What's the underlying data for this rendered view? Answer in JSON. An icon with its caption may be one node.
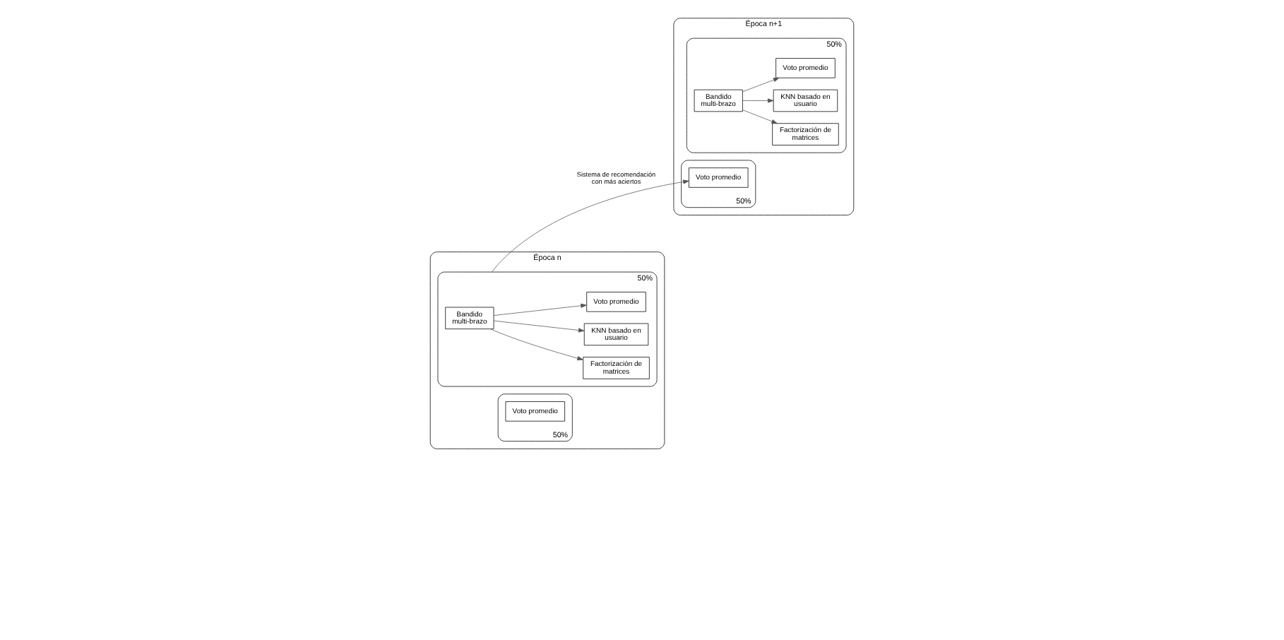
{
  "diagram": {
    "nodes": [
      {
        "text": [
          "Época n"
        ]
      },
      {
        "text": [],
        "shape": "box",
        "in": 0,
        "beside": [
          "50%"
        ]
      },
      {
        "text": [
          "Bandido multi-brazo"
        ],
        "in": 1
      },
      {
        "text": [
          "Voto promedio"
        ],
        "in": 1
      },
      {
        "text": [
          "KNN basado en usuario"
        ],
        "in": 1
      },
      {
        "text": [
          "Factorización de matrices"
        ],
        "in": 1
      },
      {
        "text": [],
        "shape": "box",
        "in": 0,
        "beside": [
          "50%"
        ]
      },
      {
        "text": [
          "Voto promedio"
        ],
        "in": 6
      },
      {
        "text": [
          "Época n+1"
        ]
      },
      {
        "text": [],
        "shape": "box",
        "in": 8,
        "beside": [
          "50%"
        ]
      },
      {
        "text": [
          "Bandido multi-brazo"
        ],
        "in": 9
      },
      {
        "text": [
          "Voto promedio"
        ],
        "in": 9
      },
      {
        "text": [
          "KNN basado en usuario"
        ],
        "in": 9
      },
      {
        "text": [
          "Factorización de matrices"
        ],
        "in": 9
      },
      {
        "text": [],
        "shape": "box",
        "in": 8,
        "beside": [
          "50%"
        ]
      },
      {
        "text": [
          "Voto promedio"
        ],
        "in": 14
      }
    ],
    "edges": [
      {
        "from": 2,
        "to": 3,
        "arrow": "to"
      },
      {
        "from": 2,
        "to": 4,
        "arrow": "to"
      },
      {
        "from": 2,
        "to": 5,
        "arrow": "to"
      },
      {
        "from": 10,
        "to": 11,
        "arrow": "to"
      },
      {
        "from": 10,
        "to": 12,
        "arrow": "to"
      },
      {
        "from": 10,
        "to": 13,
        "arrow": "to"
      },
      {
        "from": 1,
        "to": 15,
        "arrow": "to",
        "label": "Sistema de recomendación con más aciertos"
      }
    ]
  }
}
